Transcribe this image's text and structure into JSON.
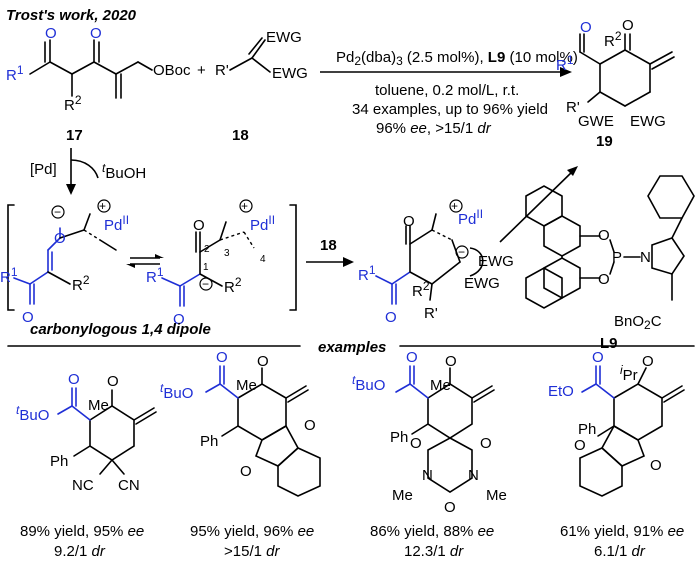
{
  "title": "Trost's work, 2020",
  "compound_labels": {
    "a": "17",
    "b": "18",
    "c": "19",
    "ligand": "L9",
    "reagent_over_arrow": "18"
  },
  "conditions": {
    "line1_pre": "Pd",
    "line1_sub": "2",
    "line1_mid": "(dba)",
    "line1_sub2": "3",
    "line1_post": " (2.5 mol%), ",
    "line1_ligand": "L9",
    "line1_end": " (10 mol%)",
    "line2": "toluene, 0.2 mol/L, r.t.",
    "line3": "34 examples, up to 96% yield",
    "line4_a": "96% ",
    "line4_ee": "ee",
    "line4_b": ", >15/1 ",
    "line4_dr": "dr"
  },
  "mechanism": {
    "pd_label": "[Pd]",
    "byproduct_sup": "t",
    "byproduct": "BuOH",
    "dipole_caption": "carbonylogous 1,4 dipole",
    "pd_ii": "Pd",
    "pd_ii_sup": "II",
    "numbers": [
      "1",
      "2",
      "3",
      "4"
    ]
  },
  "groups": {
    "r1": "R",
    "r1_sup": "1",
    "r2": "R",
    "r2_sup": "2",
    "rprime": "R'",
    "ewg": "EWG",
    "gwe": "GWE",
    "otboc": "OBoc",
    "bno2c": "BnO",
    "bno2c_sub": "2",
    "bno2c_end": "C"
  },
  "section_title": "examples",
  "examples": [
    {
      "yield": "89% yield, 95% ",
      "ee": "ee",
      "dr_val": "9.2/1 ",
      "dr": "dr"
    },
    {
      "yield": "95% yield, 96% ",
      "ee": "ee",
      "dr_val": ">15/1 ",
      "dr": "dr"
    },
    {
      "yield": "86% yield, 88% ",
      "ee": "ee",
      "dr_val": "12.3/1 ",
      "dr": "dr"
    },
    {
      "yield": "61% yield, 91% ",
      "ee": "ee",
      "dr_val": "6.1/1 ",
      "dr": "dr"
    }
  ],
  "example_labels": {
    "tbuo": "BuO",
    "t": "t",
    "me": "Me",
    "ph": "Ph",
    "nc": "NC",
    "cn": "CN",
    "o": "O",
    "n": "N",
    "eto": "EtO",
    "ipr_i": "i",
    "ipr": "Pr"
  },
  "colors": {
    "blue": "#1f2fd6",
    "red": "#e00000"
  }
}
